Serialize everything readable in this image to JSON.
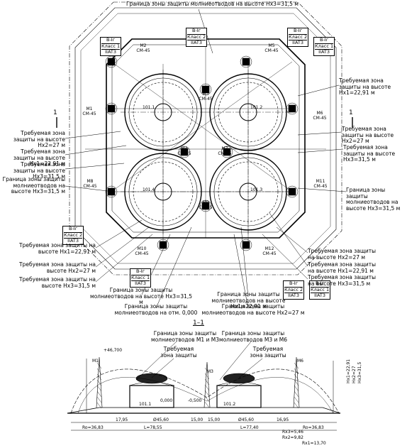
{
  "plan": {
    "zone_top": "Граница зоны защиты молниеотводов на высоте Hx3=31,5 м",
    "masts": [
      {
        "id": "M1",
        "type": "CM-45"
      },
      {
        "id": "M2",
        "type": "CM-45"
      },
      {
        "id": "M3",
        "type": "CM-45"
      },
      {
        "id": "M4",
        "type": "CM-45"
      },
      {
        "id": "M5",
        "type": "CM-45"
      },
      {
        "id": "M6",
        "type": "CM-45"
      },
      {
        "id": "M7",
        "type": "CM-45"
      },
      {
        "id": "M8",
        "type": "CM-45"
      },
      {
        "id": "M9",
        "type": "CM-45"
      },
      {
        "id": "M10",
        "type": "CM-45"
      },
      {
        "id": "M11",
        "type": "CM-45"
      },
      {
        "id": "M12",
        "type": "CM-45"
      }
    ],
    "tanks": [
      "101.1",
      "101.2",
      "101.4",
      "101.3"
    ],
    "class_boxes": [
      {
        "zone": "B-Iг",
        "cls": "Класс 2",
        "cat": "IIAT3"
      },
      {
        "zone": "B-Iг",
        "cls": "Класс 1",
        "cat": "IIAT3"
      },
      {
        "zone": "B-Iг",
        "cls": "Класс 2",
        "cat": "IIAT3"
      },
      {
        "zone": "B-Iг",
        "cls": "Класс 1",
        "cat": "IIAT3"
      },
      {
        "zone": "B-Iг",
        "cls": "Класс 2",
        "cat": "IIAT3"
      },
      {
        "zone": "B-Iг",
        "cls": "Класс 1",
        "cat": "IIAT3"
      },
      {
        "zone": "B-Iг",
        "cls": "Класс 2",
        "cat": "IIAT3"
      },
      {
        "zone": "B-Iг",
        "cls": "Класс 1",
        "cat": "IIAT3"
      }
    ],
    "section_mark": "1",
    "left_notes": {
      "req_hx2": "Требуемая зона защиты на высоте Hx2=27 м",
      "req_hx1": "Требуемая зона защиты на высоте Hx1=22,91 м",
      "req_hx3": "Требуемая зона защиты на высоте Hx3=31,5 м",
      "zone_hx3": "Граница зоны защиты молниеотводов на высоте Hx3=31,5 м",
      "req_hx1_b": "Требуемая зона защиты на высоте Hx1=22,91 м",
      "req_hx2_b": "Требуемая зона защиты на высоте Hx2=27 м",
      "req_hx3_b": "Требуемая зона защиты на высоте Hx3=31,5 м"
    },
    "right_notes": {
      "req_hx1": "Требуемая зона защиты на высоте Hx1=22,91 м",
      "req_hx2": "Требуемая зона защиты на высоте Hx2=27 м",
      "req_hx3": "Требуемая зона защиты на высоте Hx3=31,5 м",
      "zone_hx3": "Граница зоны защиты молниеотводов на высоте Hx3=31,5 м",
      "req_hx2_b": "Требуемая зона защиты на высоте Hx2=27 м",
      "req_hx1_b": "Требуемая зона защиты на высоте Hx1=22,91 м",
      "req_hx3_b": "Требуемая зона защиты на высоте Hx3=31,5 м"
    },
    "bottom_notes": {
      "zone_hx3": "Граница зоны защиты молниеотводов на высоте Hx3=31,5 м",
      "zone_hx1": "Граница зоны защиты молниеотводов на высоте Hx1=22,91 м",
      "zone_0": "Граница зоны защиты молниеотводов на отм. 0,000",
      "zone_hx2": "Граница зоны защиты молниеотводов на высоте Hx2=27 м"
    }
  },
  "section": {
    "title": "1–1",
    "zone_m1_m3": "Граница зоны защиты молниеотводов M1 и M3",
    "zone_m3_m6": "Граница зоны защиты молниеотводов M3 и M6",
    "req_left": "Требуемая зона защиты",
    "req_right": "Требуемая зона защиты",
    "masts": [
      "M1",
      "M3",
      "M6"
    ],
    "tanks": [
      "101.1",
      "101.2"
    ],
    "elev_top": "+46,700",
    "elev_zero": "0,000",
    "elev_neg": "-0,500",
    "ro_left": "Ro=36,83",
    "ro_right": "Ro=36,83",
    "dims": [
      "17,95",
      "Ø45,60",
      "15,00",
      "15,00",
      "Ø45,60",
      "16,95"
    ],
    "span_left": "L=78,55",
    "span_right": "L=77,40",
    "rx3": "Rx3=5,46",
    "rx2": "Rx2=9,82",
    "rx1": "Rx1=13,70",
    "hx1": "Hx1=22,91",
    "hx2": "Hx2=27",
    "hx3": "Hx3=31,5"
  }
}
